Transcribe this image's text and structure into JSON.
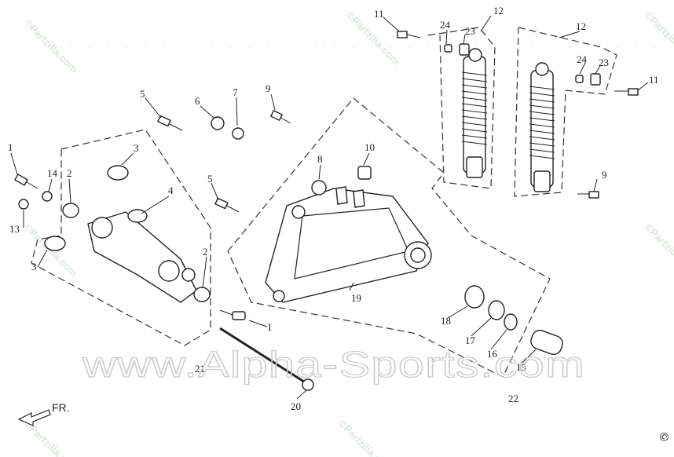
{
  "callouts": [
    "1",
    "2",
    "3",
    "4",
    "5",
    "6",
    "7",
    "8",
    "9",
    "10",
    "11",
    "12",
    "13",
    "14",
    "15",
    "16",
    "17",
    "18",
    "19",
    "20",
    "21",
    "22",
    "23",
    "24"
  ],
  "front_indicator": "FR.",
  "watermark": "www.Alpha-Sports.com",
  "stamps": [
    "©Partzilla.com"
  ],
  "copyright": "©"
}
